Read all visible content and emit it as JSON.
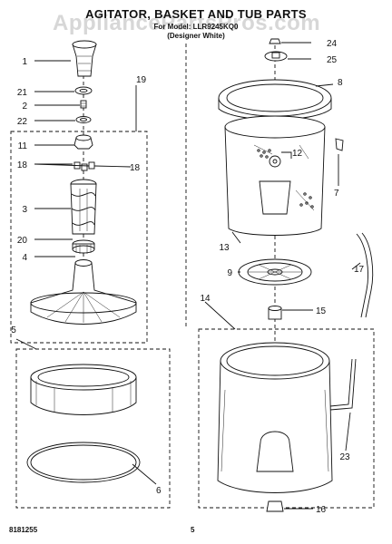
{
  "header": {
    "title": "AGITATOR, BASKET AND TUB PARTS",
    "subtitle_line1": "For Model: LLR9245KQ0",
    "subtitle_line2": "(Designer White)",
    "watermark": "AppliancePartsPros.com"
  },
  "footer": {
    "doc_number": "8181255",
    "page_number": "5"
  },
  "callouts": [
    "1",
    "21",
    "2",
    "22",
    "19",
    "11",
    "18",
    "18",
    "3",
    "20",
    "4",
    "5",
    "6",
    "24",
    "25",
    "8",
    "12",
    "7",
    "13",
    "9",
    "17",
    "14",
    "15",
    "23",
    "16"
  ]
}
